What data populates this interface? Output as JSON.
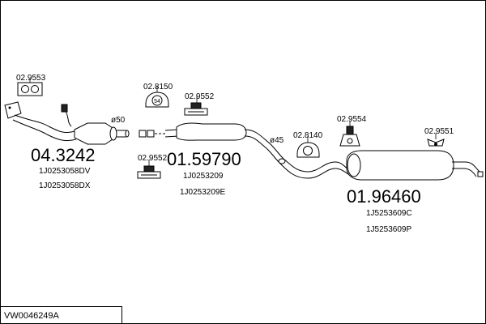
{
  "diagram": {
    "frame_label": "VW0046249A",
    "parts": {
      "cat": {
        "main": "04.3242",
        "refs": [
          "1J0253058DV",
          "1J0253058DX"
        ]
      },
      "middle": {
        "main": "01.59790",
        "refs": [
          "1J0253209",
          "1J0253209E"
        ]
      },
      "rear": {
        "main": "01.96460",
        "refs": [
          "1J5253609C",
          "1J5253609P"
        ]
      }
    },
    "fittings": {
      "gasket_front": "02.9553",
      "ring_mount": "02.8150",
      "ring_mount_number": "54",
      "hanger_1": "02.9552",
      "hanger_2": "02.9552",
      "ring_mount_rear": "02.8140",
      "rubber_hanger": "02.9554",
      "bracket_rear": "02.9551"
    },
    "diameters": {
      "d50": "ø50",
      "d45": "ø45"
    }
  }
}
